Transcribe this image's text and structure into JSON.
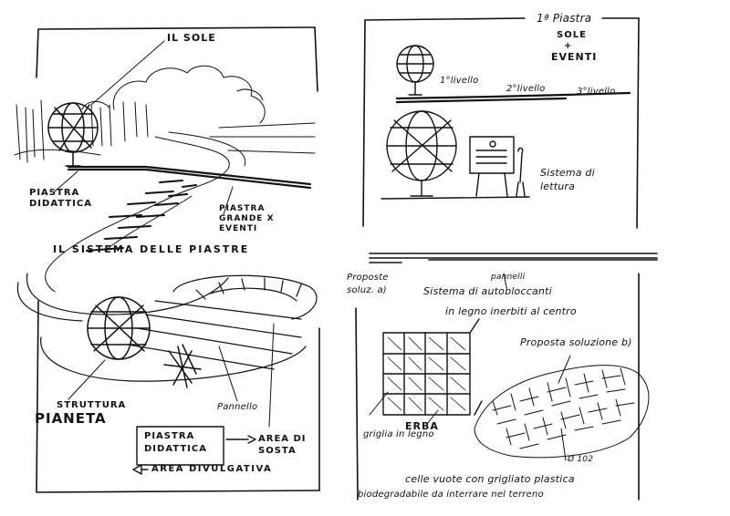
{
  "left_panel": {
    "sun_label": "IL SOLE",
    "plaza_didactic": "PIASTRA DIDATTICA",
    "plaza_events": "PIASTRA GRANDE X EVENTI",
    "plaza_system": "IL SISTEMA DELLE PIASTRE",
    "planet_structure": "STRUTTURA",
    "planet": "PIANETA",
    "panel_label": "Pannello",
    "box_title": "PIASTRA DIDATTICA",
    "rest_area": "AREA DI SOSTA",
    "divulgative_area": "AREA DIVULGATIVA"
  },
  "right_panel": {
    "first_plaza": "1ª Piastra",
    "sun": "SOLE",
    "plus": "+",
    "events": "EVENTI",
    "level_1": "1°livello",
    "level_2": "2°livello",
    "level_3": "3°livello",
    "reading_system": "Sistema di lettura",
    "options_label": "Proposte soluz. a)",
    "panels_word": "pannelli",
    "blocks_system": "Sistema di autobloccanti",
    "in_wood": "in legno inerbiti al centro",
    "proposal_b": "Proposta soluzione b)",
    "grass": "ERBA",
    "wood_grid": "griglia in legno",
    "cells_note": "celle vuote con grigliato plastica",
    "biodegradable_note": "biodegradabile da interrare nel terreno",
    "scale_note": "Ø 102"
  }
}
